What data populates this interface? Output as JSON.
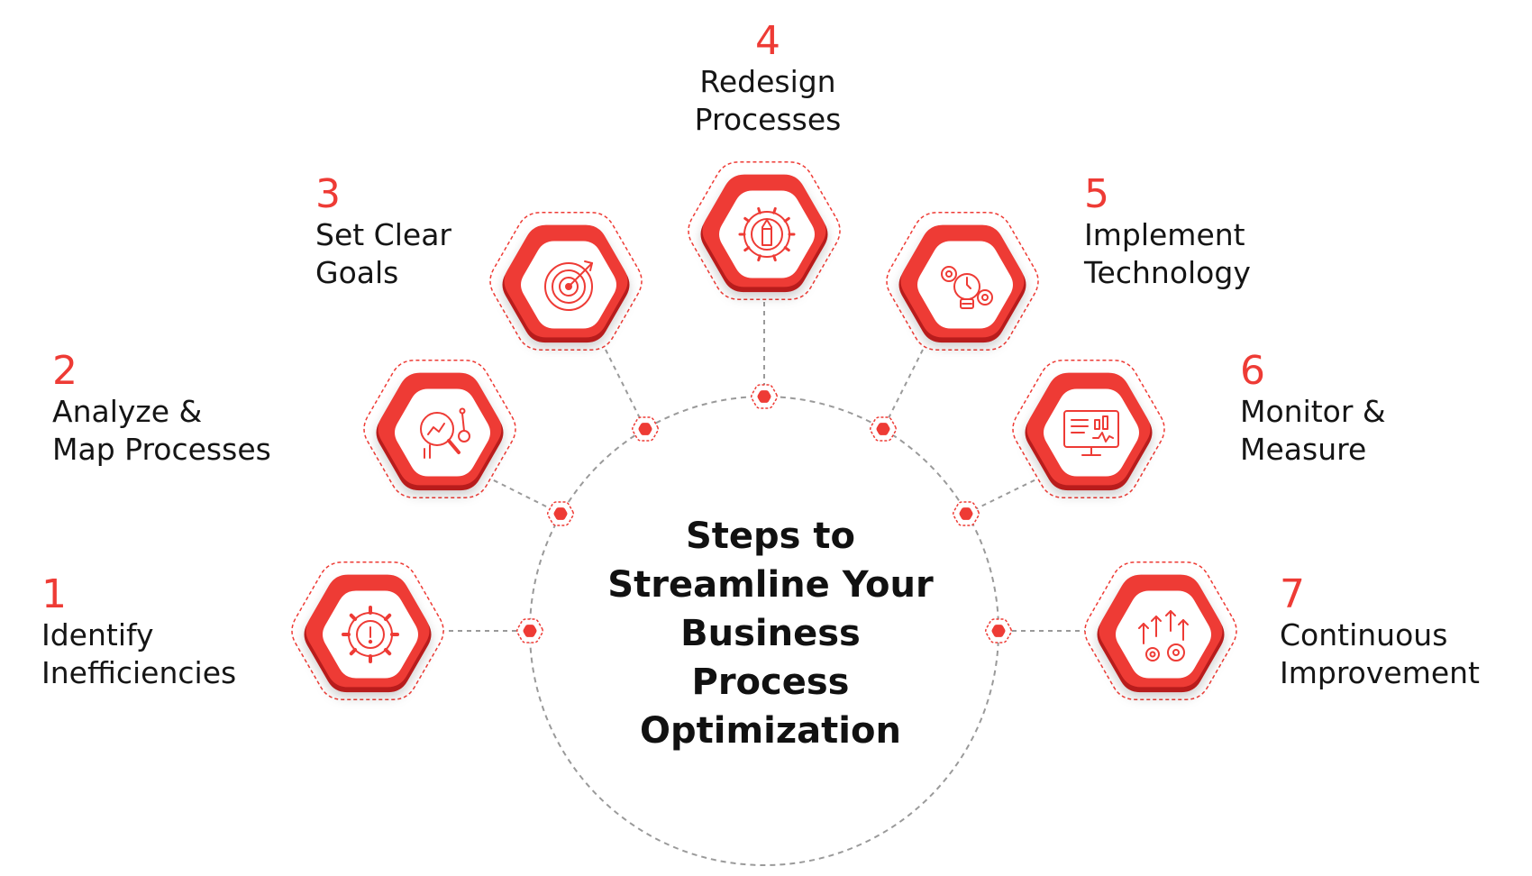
{
  "title": {
    "lines": [
      "Steps to",
      "Streamline Your",
      "Business",
      "Process",
      "Optimization"
    ]
  },
  "colors": {
    "accent": "#ee3b35",
    "accent_dark": "#b81f1c",
    "text": "#151515",
    "connector": "#9a9a9a"
  },
  "steps": [
    {
      "number": "1",
      "lines": [
        "Identify",
        "Inefficiencies"
      ],
      "icon": "gear-alert-icon"
    },
    {
      "number": "2",
      "lines": [
        "Analyze &",
        "Map Processes"
      ],
      "icon": "chart-magnifier-icon"
    },
    {
      "number": "3",
      "lines": [
        "Set Clear",
        "Goals"
      ],
      "icon": "target-icon"
    },
    {
      "number": "4",
      "lines": [
        "Redesign",
        "Processes"
      ],
      "icon": "gear-pencil-icon"
    },
    {
      "number": "5",
      "lines": [
        "Implement",
        "Technology"
      ],
      "icon": "lightbulb-gears-icon"
    },
    {
      "number": "6",
      "lines": [
        "Monitor &",
        "Measure"
      ],
      "icon": "monitor-chart-icon"
    },
    {
      "number": "7",
      "lines": [
        "Continuous",
        "Improvement"
      ],
      "icon": "arrows-gears-icon"
    }
  ]
}
